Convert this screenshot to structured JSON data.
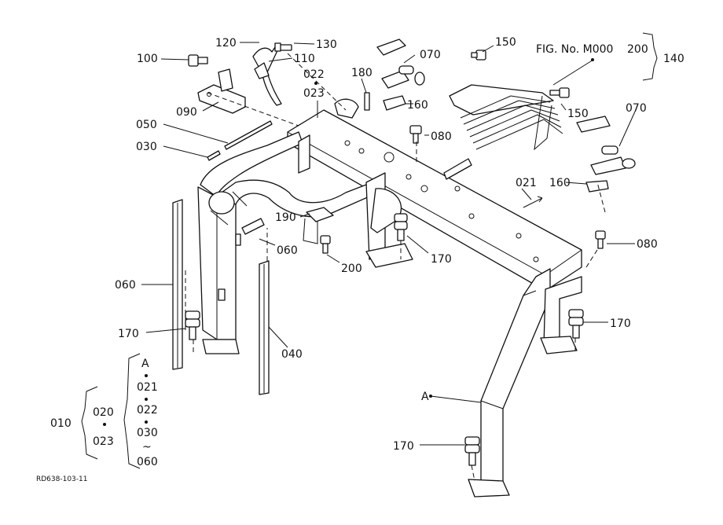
{
  "figure_code": "RD638-103-11",
  "fig_ref": "FIG. No. M000",
  "labels": {
    "l100": "100",
    "l120": "120",
    "l130": "130",
    "l110": "110",
    "l090": "090",
    "l050": "050",
    "l030": "030",
    "l022": "022",
    "l023": "023",
    "l180": "180",
    "l070a": "070",
    "l160a": "160",
    "l080a": "080",
    "l150a": "150",
    "l150b": "150",
    "l200a": "200",
    "l140": "140",
    "l070b": "070",
    "l021": "021",
    "l160b": "160",
    "l080b": "080",
    "l190": "190",
    "l060a": "060",
    "l200b": "200",
    "l170a": "170",
    "l060b": "060",
    "l170b": "170",
    "l040": "040",
    "l170c": "170",
    "lA": "A",
    "l170d": "170"
  },
  "legend": {
    "range": [
      "A",
      "021",
      "022",
      "030",
      "060"
    ],
    "range_tilde": "~",
    "group": "010",
    "group_items": [
      "020",
      "023"
    ]
  }
}
